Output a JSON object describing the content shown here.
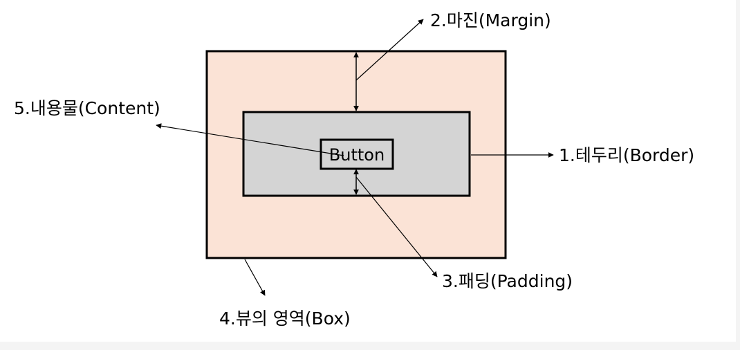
{
  "colors": {
    "box_fill": "#fbe3d6",
    "border_fill": "#d4d4d4",
    "content_fill": "#d4d4d4",
    "stroke": "#000000"
  },
  "content": {
    "button_text": "Button"
  },
  "labels": {
    "border": "1.테두리(Border)",
    "margin": "2.마진(Margin)",
    "padding": "3.패딩(Padding)",
    "box": "4.뷰의 영역(Box)",
    "content": "5.내용물(Content)"
  }
}
